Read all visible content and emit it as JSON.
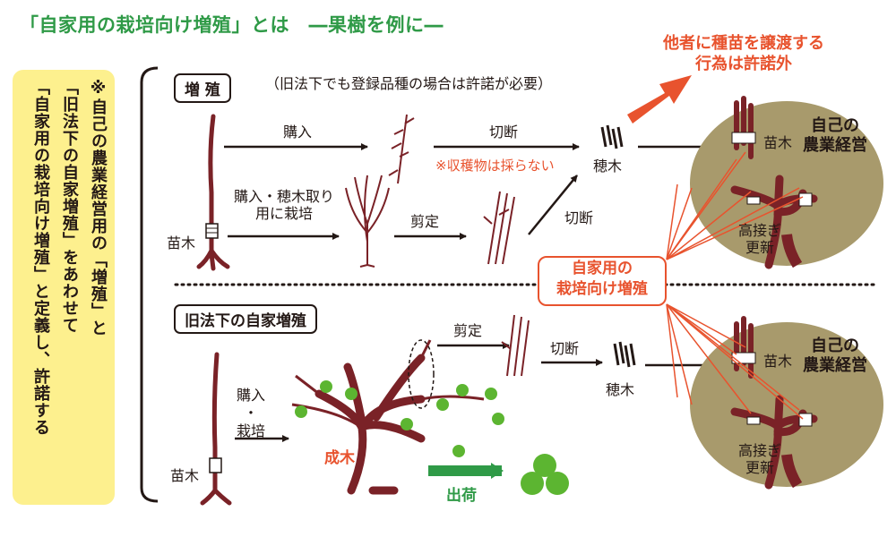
{
  "title": "「自家用の栽培向け増殖」とは　―果樹を例に―",
  "side_note": {
    "columns": [
      "※自己の農業経営用の「増殖」と",
      "「旧法下の自家増殖」をあわせて",
      "「自家用の栽培向け増殖」と定義し、許諾する"
    ]
  },
  "propagation": {
    "box_label": "増 殖",
    "note": "（旧法下でも登録品種の場合は許諾が必要）",
    "purchase": "購入",
    "cut": "切断",
    "harvest_note": "※収穫物は採らない",
    "scion1": "穂木",
    "purchase_for_scion_line1": "購入・穂木取り",
    "purchase_for_scion_line2": "用に栽培",
    "prune": "剪定",
    "cut2": "切断",
    "seedling": "苗木"
  },
  "others": {
    "line1": "他者に種苗を譲渡する",
    "line2": "行為は許諾外"
  },
  "farm_top": {
    "seedling": "苗木",
    "farm_line1": "自己の",
    "farm_line2": "農業経営",
    "graft_line1": "高接ぎ",
    "graft_line2": "更新"
  },
  "home_use": {
    "line1": "自家用の",
    "line2": "栽培向け増殖"
  },
  "old_law": {
    "box_label": "旧法下の自家増殖",
    "purchase_line1": "購入",
    "purchase_line2": "・",
    "purchase_line3": "栽培",
    "seedling": "苗木",
    "mature_tree": "成木",
    "shipping": "出荷",
    "prune": "剪定",
    "cut": "切断",
    "scion": "穂木"
  },
  "farm_bottom": {
    "seedling": "苗木",
    "farm_line1": "自己の",
    "farm_line2": "農業経営",
    "graft_line1": "高接ぎ",
    "graft_line2": "更新"
  },
  "colors": {
    "title_green": "#2f9a47",
    "note_yellow": "#fdf08e",
    "accent_red": "#e8532e",
    "farm_olive": "#a89a6c",
    "tree_brown": "#7a2227",
    "apple_green": "#5cb531"
  }
}
